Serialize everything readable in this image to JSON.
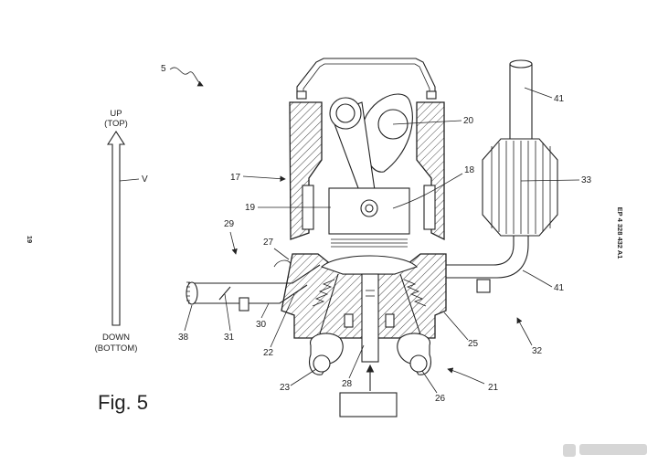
{
  "figure": {
    "caption": "Fig. 5",
    "page_number": "19",
    "patent_number": "EP 4 328 432 A1"
  },
  "direction": {
    "up": "UP",
    "up_paren": "(TOP)",
    "down": "DOWN",
    "down_paren": "(BOTTOM)",
    "axis": "V"
  },
  "refs": {
    "r5": "5",
    "r17": "17",
    "r19": "19",
    "r20": "20",
    "r18": "18",
    "r41a": "41",
    "r33": "33",
    "r41b": "41",
    "r32": "32",
    "r21": "21",
    "r29": "29",
    "r27": "27",
    "r38": "38",
    "r31": "31",
    "r30": "30",
    "r22": "22",
    "r23": "23",
    "r28": "28",
    "r26": "26",
    "r25": "25"
  }
}
